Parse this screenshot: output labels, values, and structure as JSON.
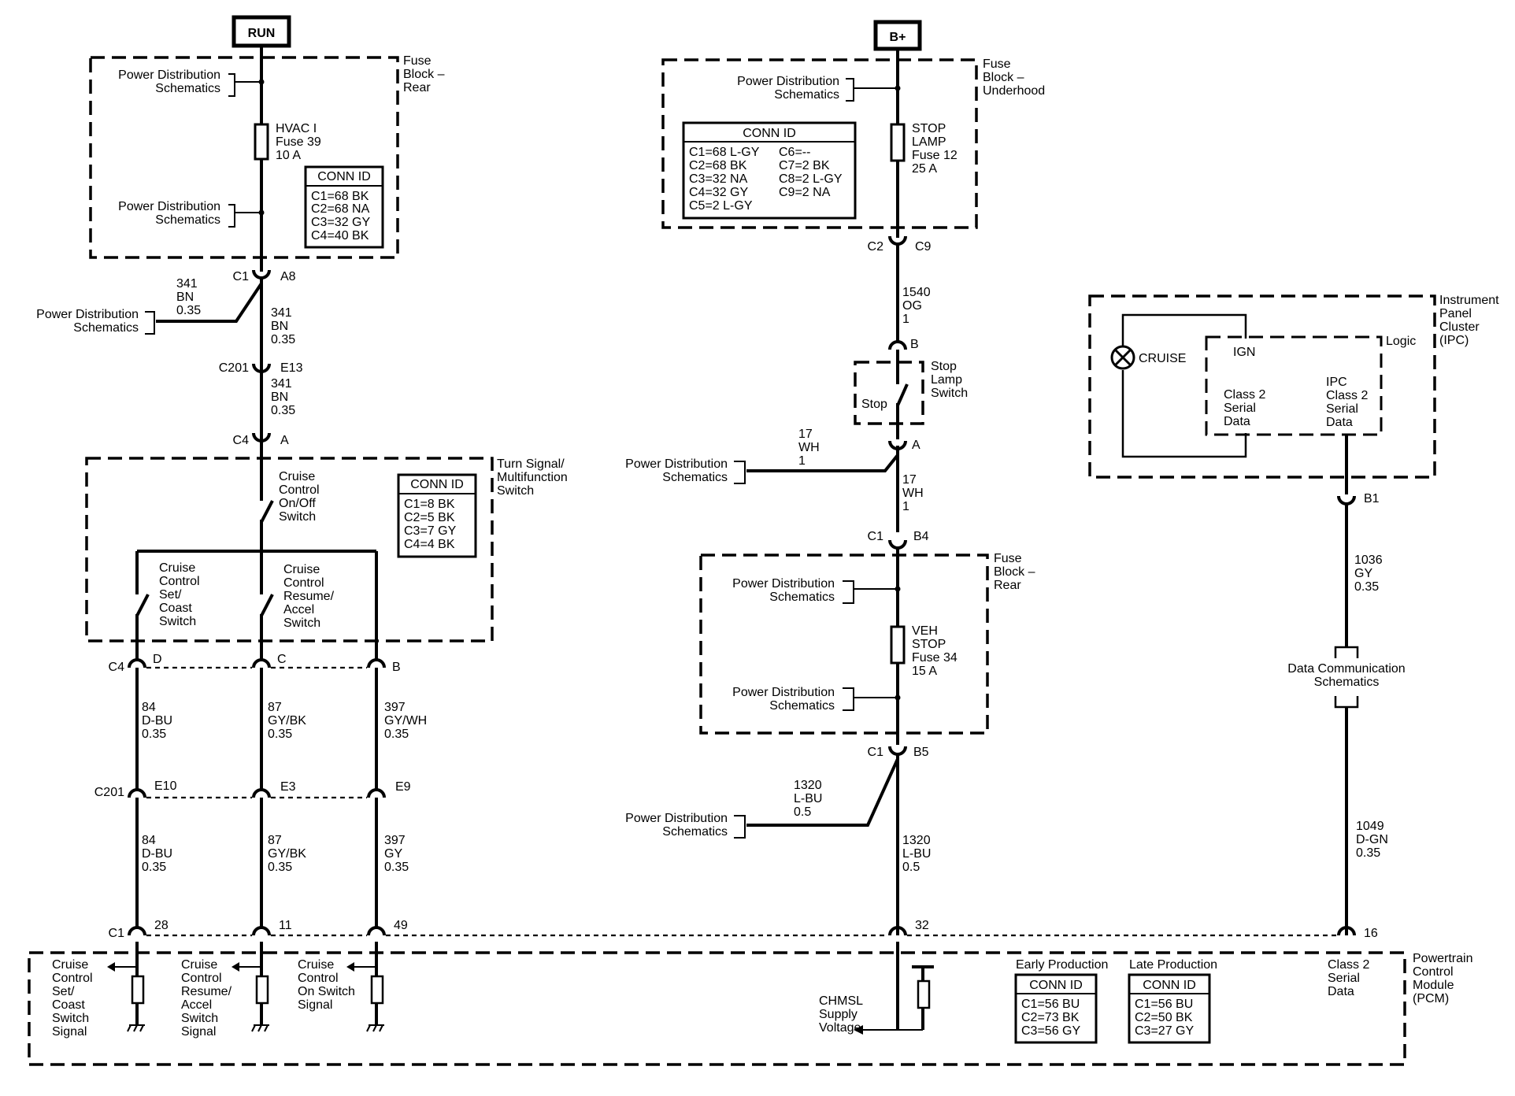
{
  "power_sources": {
    "run": "RUN",
    "bplus": "B+"
  },
  "power_distribution": "Power Distribution",
  "schematics": "Schematics",
  "fuse_block_rear": {
    "line1": "Fuse",
    "line2": "Block –",
    "line3": "Rear"
  },
  "fuse_block_rear_b": {
    "line1": "Fuse",
    "line2": "Block –",
    "line3": "Rear"
  },
  "fuse_block_underhood": {
    "line1": "Fuse",
    "line2": "Block –",
    "line3": "Underhood"
  },
  "fuses": {
    "hvac": {
      "l1": "HVAC I",
      "l2": "Fuse 39",
      "l3": "10 A"
    },
    "stop_lamp": {
      "l1": "STOP",
      "l2": "LAMP",
      "l3": "Fuse 12",
      "l4": "25 A"
    },
    "veh_stop": {
      "l1": "VEH",
      "l2": "STOP",
      "l3": "Fuse 34",
      "l4": "15 A"
    }
  },
  "conn_id_title": "CONN ID",
  "conn_id_rear": [
    "C1=68 BK",
    "C2=68 NA",
    "C3=32 GY",
    "C4=40 BK"
  ],
  "conn_id_underhood": {
    "left": [
      "C1=68 L-GY",
      "C2=68 BK",
      "C3=32 NA",
      "C4=32 GY",
      "C5=2 L-GY"
    ],
    "right": [
      "C6=--",
      "C7=2 BK",
      "C8=2 L-GY",
      "C9=2 NA"
    ]
  },
  "conn_id_turn_signal": [
    "C1=8 BK",
    "C2=5 BK",
    "C3=7 GY",
    "C4=4 BK"
  ],
  "conn_id_pcm_early": {
    "label": "Early Production",
    "rows": [
      "C1=56 BU",
      "C2=73 BK",
      "C3=56 GY"
    ]
  },
  "conn_id_pcm_late": {
    "label": "Late Production",
    "rows": [
      "C1=56 BU",
      "C2=50 BK",
      "C3=27 GY"
    ]
  },
  "connectors": {
    "c1_a8": {
      "left": "C1",
      "right": "A8"
    },
    "c201_e13": {
      "left": "C201",
      "right": "E13"
    },
    "c4_a": {
      "left": "C4",
      "right": "A"
    },
    "c4_d": {
      "left": "C4",
      "right": "D"
    },
    "c4_c": "C",
    "c4_b": "B",
    "c201_e10": {
      "left": "C201",
      "right": "E10"
    },
    "e3": "E3",
    "e9": "E9",
    "c1_28": {
      "left": "C1",
      "right": "28"
    },
    "p11": "11",
    "p49": "49",
    "c2_c9": {
      "left": "C2",
      "right": "C9"
    },
    "sw_b": "B",
    "sw_a": "A",
    "c1_b4": {
      "left": "C1",
      "right": "B4"
    },
    "c1_b5": {
      "left": "C1",
      "right": "B5"
    },
    "p32": "32",
    "b1": "B1",
    "p16": "16"
  },
  "wires": {
    "w341_a": [
      "341",
      "BN",
      "0.35"
    ],
    "w341_b": [
      "341",
      "BN",
      "0.35"
    ],
    "w341_c": [
      "341",
      "BN",
      "0.35"
    ],
    "w84_a": [
      "84",
      "D-BU",
      "0.35"
    ],
    "w87_a": [
      "87",
      "GY/BK",
      "0.35"
    ],
    "w397_a": [
      "397",
      "GY/WH",
      "0.35"
    ],
    "w84_b": [
      "84",
      "D-BU",
      "0.35"
    ],
    "w87_b": [
      "87",
      "GY/BK",
      "0.35"
    ],
    "w397_b": [
      "397",
      "GY",
      "0.35"
    ],
    "w1540": [
      "1540",
      "OG",
      "1"
    ],
    "w17_a": [
      "17",
      "WH",
      "1"
    ],
    "w17_b": [
      "17",
      "WH",
      "1"
    ],
    "w1320_a": [
      "1320",
      "L-BU",
      "0.5"
    ],
    "w1320_b": [
      "1320",
      "L-BU",
      "0.5"
    ],
    "w1036": [
      "1036",
      "GY",
      "0.35"
    ],
    "w1049": [
      "1049",
      "D-GN",
      "0.35"
    ]
  },
  "turn_signal_switch": {
    "l1": "Turn Signal/",
    "l2": "Multifunction",
    "l3": "Switch"
  },
  "switches": {
    "on_off": [
      "Cruise",
      "Control",
      "On/Off",
      "Switch"
    ],
    "set_coast": [
      "Cruise",
      "Control",
      "Set/",
      "Coast",
      "Switch"
    ],
    "resume_accel": [
      "Cruise",
      "Control",
      "Resume/",
      "Accel",
      "Switch"
    ]
  },
  "stop_lamp_switch": {
    "contact": "Stop",
    "l1": "Stop",
    "l2": "Lamp",
    "l3": "Switch"
  },
  "ipc": {
    "l1": "Instrument",
    "l2": "Panel",
    "l3": "Cluster",
    "l4": "(IPC)",
    "logic": "Logic",
    "cruise": "CRUISE",
    "ign": "IGN",
    "class2_left": [
      "Class 2",
      "Serial",
      "Data"
    ],
    "class2_right": [
      "IPC",
      "Class 2",
      "Serial",
      "Data"
    ]
  },
  "data_comm": {
    "l1": "Data Communication",
    "l2": "Schematics"
  },
  "pcm": {
    "l1": "Powertrain",
    "l2": "Control",
    "l3": "Module",
    "l4": "(PCM)",
    "sig_set_coast": [
      "Cruise",
      "Control",
      "Set/",
      "Coast",
      "Switch",
      "Signal"
    ],
    "sig_resume": [
      "Cruise",
      "Control",
      "Resume/",
      "Accel",
      "Switch",
      "Signal"
    ],
    "sig_on": [
      "Cruise",
      "Control",
      "On Switch",
      "Signal"
    ],
    "chmsl": [
      "CHMSL",
      "Supply",
      "Voltage"
    ],
    "class2": [
      "Class 2",
      "Serial",
      "Data"
    ]
  }
}
